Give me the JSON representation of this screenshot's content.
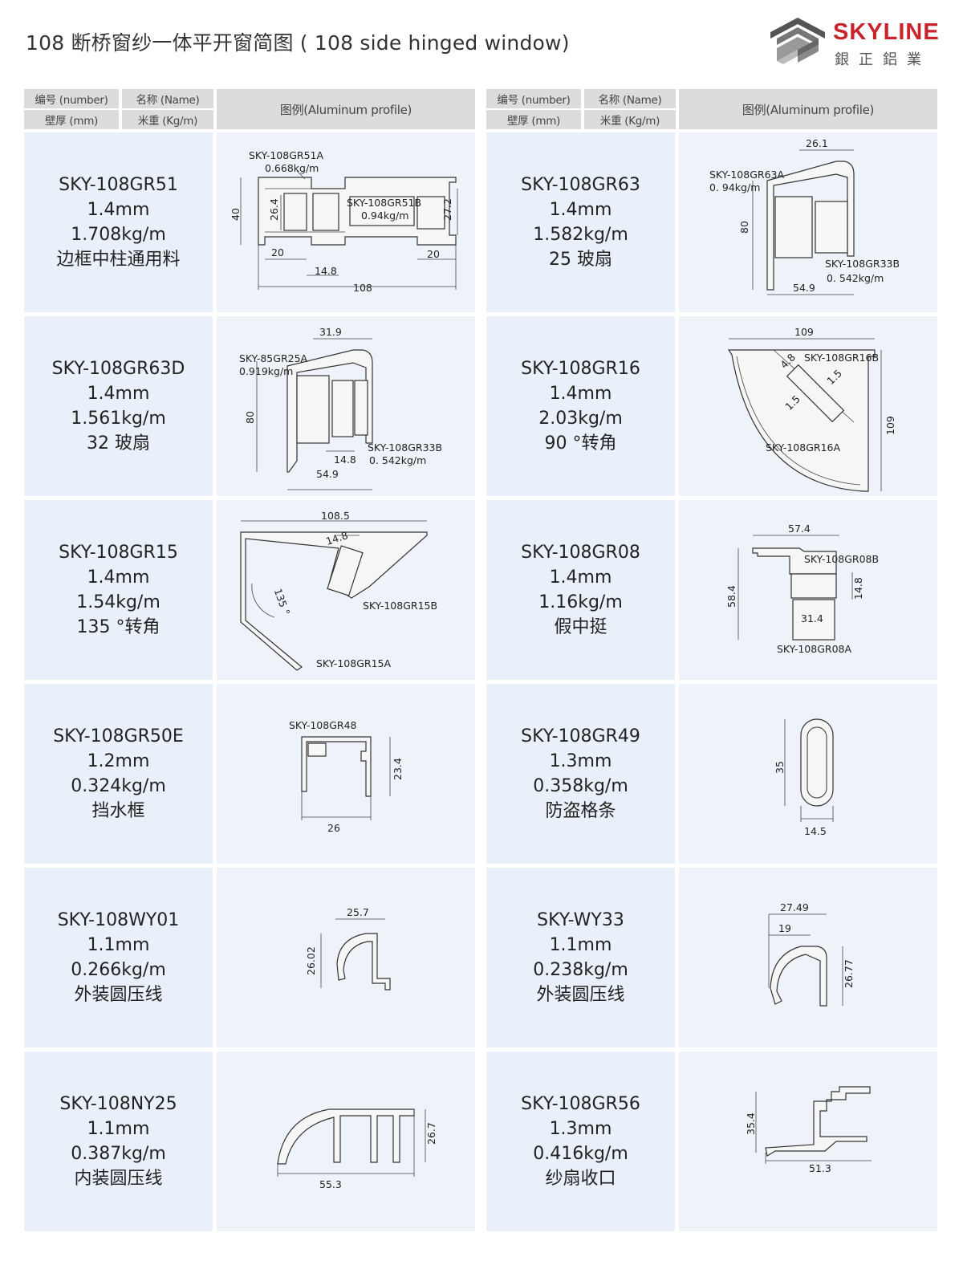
{
  "page_title": "108 断桥窗纱一体平开窗简图 ( 108 side hinged window)",
  "logo": {
    "brand": "SKYLINE",
    "cn": "銀正鋁業"
  },
  "table_header": {
    "number": "编号 (number)",
    "name": "名称 (Name)",
    "thickness": "壁厚 (mm)",
    "weight": "米重 (Kg/m)",
    "profile": "图例(Aluminum profile)"
  },
  "left_rows": [
    {
      "code": "SKY-108GR51",
      "thickness": "1.4mm",
      "weight": "1.708kg/m",
      "name": "边框中柱通用料",
      "labels": [
        "SKY-108GR51A",
        "0.668kg/m",
        "SKY-108GR51B",
        "0.94kg/m",
        "40",
        "26.4",
        "27.2",
        "20",
        "20",
        "14.8",
        "108"
      ]
    },
    {
      "code": "SKY-108GR63D",
      "thickness": "1.4mm",
      "weight": "1.561kg/m",
      "name": "32 玻扇",
      "labels": [
        "31.9",
        "SKY-85GR25A",
        "0.919kg/m",
        "80",
        "SKY-108GR33B",
        "0. 542kg/m",
        "14.8",
        "54.9"
      ]
    },
    {
      "code": "SKY-108GR15",
      "thickness": "1.4mm",
      "weight": "1.54kg/m",
      "name": "135 °转角",
      "labels": [
        "108.5",
        "14.8",
        "135 °",
        "SKY-108GR15B",
        "SKY-108GR15A"
      ]
    },
    {
      "code": "SKY-108GR50E",
      "thickness": "1.2mm",
      "weight": "0.324kg/m",
      "name": "挡水框",
      "labels": [
        "SKY-108GR48",
        "23.4",
        "26"
      ]
    },
    {
      "code": "SKY-108WY01",
      "thickness": "1.1mm",
      "weight": "0.266kg/m",
      "name": "外装圆压线",
      "labels": [
        "25.7",
        "26.02"
      ]
    },
    {
      "code": "SKY-108NY25",
      "thickness": "1.1mm",
      "weight": "0.387kg/m",
      "name": "内装圆压线",
      "labels": [
        "26.7",
        "55.3"
      ]
    }
  ],
  "right_rows": [
    {
      "code": "SKY-108GR63",
      "thickness": "1.4mm",
      "weight": "1.582kg/m",
      "name": "25 玻扇",
      "labels": [
        "26.1",
        "SKY-108GR63A",
        "0. 94kg/m",
        "80",
        "SKY-108GR33B",
        "0. 542kg/m",
        "54.9"
      ]
    },
    {
      "code": "SKY-108GR16",
      "thickness": "1.4mm",
      "weight": "2.03kg/m",
      "name": "90 °转角",
      "labels": [
        "109",
        "4.8",
        "SKY-108GR16B",
        "1.5",
        "1.5",
        "109",
        "SKY-108GR16A"
      ]
    },
    {
      "code": "SKY-108GR08",
      "thickness": "1.4mm",
      "weight": "1.16kg/m",
      "name": "假中挺",
      "labels": [
        "57.4",
        "SKY-108GR08B",
        "58.4",
        "14.8",
        "31.4",
        "SKY-108GR08A"
      ]
    },
    {
      "code": "SKY-108GR49",
      "thickness": "1.3mm",
      "weight": "0.358kg/m",
      "name": "防盗格条",
      "labels": [
        "35",
        "14.5"
      ]
    },
    {
      "code": "SKY-WY33",
      "thickness": "1.1mm",
      "weight": "0.238kg/m",
      "name": "外装圆压线",
      "labels": [
        "27.49",
        "19",
        "26.77"
      ]
    },
    {
      "code": "SKY-108GR56",
      "thickness": "1.3mm",
      "weight": "0.416kg/m",
      "name": "纱扇收口",
      "labels": [
        "35.4",
        "51.3"
      ]
    }
  ]
}
